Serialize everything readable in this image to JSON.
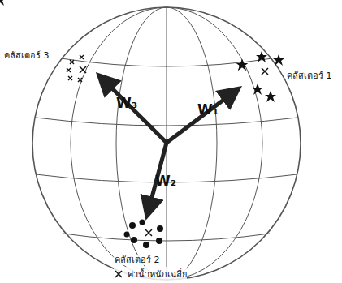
{
  "diagram": {
    "labels": [
      "คลัสเตอร์ 3",
      "W₃",
      "W₁",
      "คลัสเตอร์ 1",
      "W₂",
      "คลัสเตอร์ 2"
    ],
    "legend": [
      {
        "text": "ค่าน้ำหนักเฉลี่ย"
      }
    ]
  }
}
